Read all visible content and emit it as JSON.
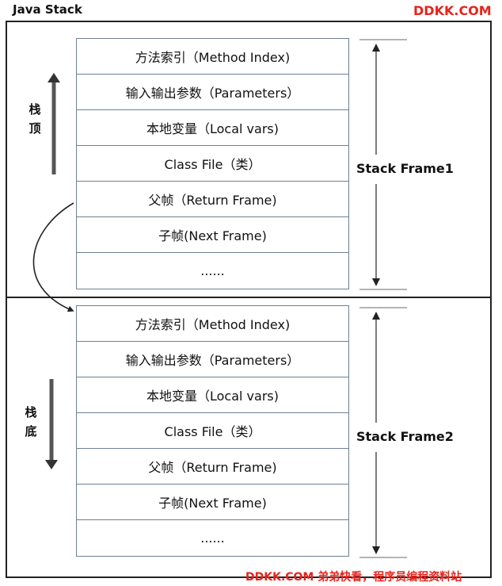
{
  "title": "Java Stack",
  "brand": "DDKK.COM",
  "footer": "DDKK.COM 弟弟快看，程序员编程资料站",
  "frames": [
    {
      "label": "Stack Frame1",
      "side_label": [
        "栈",
        "顶"
      ],
      "rows": [
        "方法索引（Method Index)",
        "输入输出参数（Parameters）",
        "本地变量（Local vars)",
        "Class File（类）",
        "父帧（Return Frame)",
        "子帧(Next Frame)",
        "......"
      ]
    },
    {
      "label": "Stack Frame2",
      "side_label": [
        "栈",
        "底"
      ],
      "rows": [
        "方法索引（Method Index)",
        "输入输出参数（Parameters）",
        "本地变量（Local vars)",
        "Class File（类）",
        "父帧（Return Frame)",
        "子帧(Next Frame)",
        "......"
      ]
    }
  ],
  "colors": {
    "brand": "#e8231c",
    "border": "#6d7f94"
  }
}
